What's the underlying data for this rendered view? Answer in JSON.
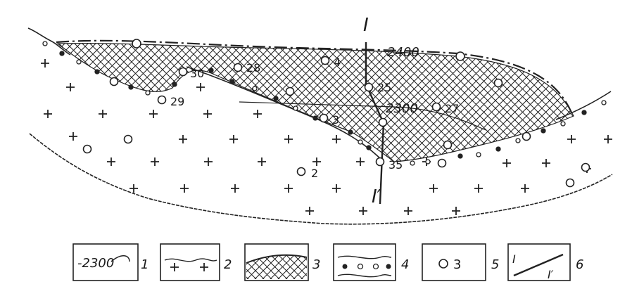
{
  "section_line": {
    "start_label": "I",
    "end_label": "I′"
  },
  "contours": [
    {
      "label": "2400"
    },
    {
      "label": "2300"
    }
  ],
  "wells": [
    {
      "label": "30"
    },
    {
      "label": "28"
    },
    {
      "label": "4"
    },
    {
      "label": "29"
    },
    {
      "label": "25"
    },
    {
      "label": "27"
    },
    {
      "label": "3"
    },
    {
      "label": "35"
    },
    {
      "label": "2"
    }
  ],
  "legend": [
    {
      "number": "1",
      "sample": "-2300"
    },
    {
      "number": "2"
    },
    {
      "number": "3"
    },
    {
      "number": "4"
    },
    {
      "number": "5",
      "sample": "3"
    },
    {
      "number": "6",
      "sample_start": "I",
      "sample_end": "I′"
    }
  ]
}
